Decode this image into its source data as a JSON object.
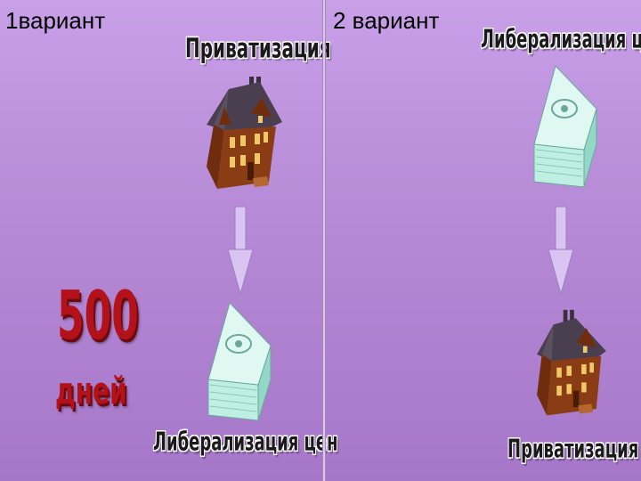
{
  "left_panel": {
    "variant_label": "1вариант",
    "top_label": "Приватизация",
    "bottom_label": "Либерализация цен",
    "count_number": "500",
    "count_unit": "дней"
  },
  "right_panel": {
    "variant_label": "2 вариант",
    "top_label": "Либерализация цен",
    "bottom_label": "Приватизация"
  },
  "icons": {
    "house": "house-icon",
    "money": "money-stack-icon",
    "arrow": "down-arrow-icon"
  },
  "colors": {
    "background": "#b68ad6",
    "arrow": "#d9c4f2",
    "house_roof": "#4a3f4f",
    "house_wall": "#8a3c14",
    "money": "#a9e8d8",
    "accent_red": "#b3121a"
  }
}
